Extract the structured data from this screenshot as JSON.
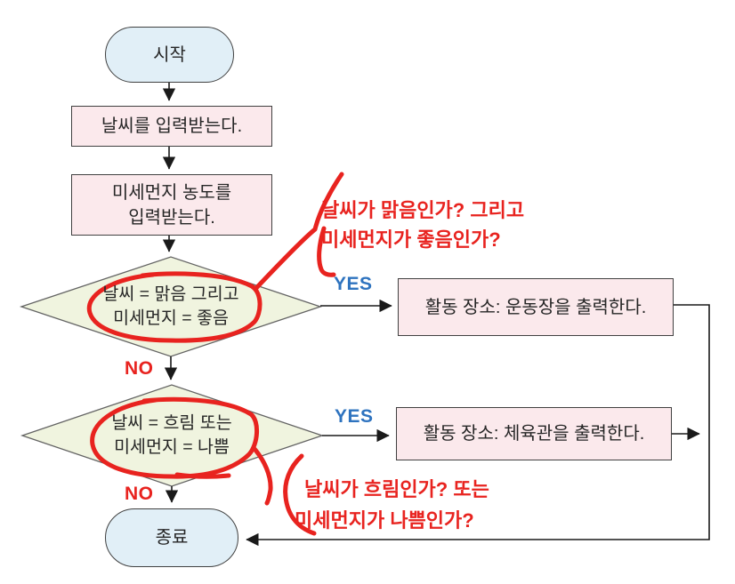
{
  "nodes": {
    "start": "시작",
    "input_weather": "날씨를 입력받는다.",
    "input_dust_line1": "미세먼지 농도를",
    "input_dust_line2": "입력받는다.",
    "decision1_line1": "날씨 = 맑음 그리고",
    "decision1_line2": "미세먼지 = 좋음",
    "decision2_line1": "날씨 = 흐림 또는",
    "decision2_line2": "미세먼지 = 나쁨",
    "output_playground": "활동 장소: 운동장을 출력한다.",
    "output_gym": "활동 장소: 체육관을 출력한다.",
    "end": "종료"
  },
  "labels": {
    "yes1": "YES",
    "no1": "NO",
    "yes2": "YES",
    "no2": "NO"
  },
  "annotations": {
    "q1_line1": "날씨가 맑음인가? 그리고",
    "q1_line2": "미세먼지가 좋음인가?",
    "q2_line1": "날씨가 흐림인가? 또는",
    "q2_line2": "미세먼지가 나쁨인가?"
  },
  "colors": {
    "terminal_fill": "#e1eff7",
    "process_fill": "#fbe9ec",
    "decision_fill": "#f0f4df",
    "shape_border": "#404040",
    "connector": "#1a1a1a",
    "yes_text": "#2e73bf",
    "no_text": "#e8231f",
    "annotation_red": "#e8231f"
  }
}
